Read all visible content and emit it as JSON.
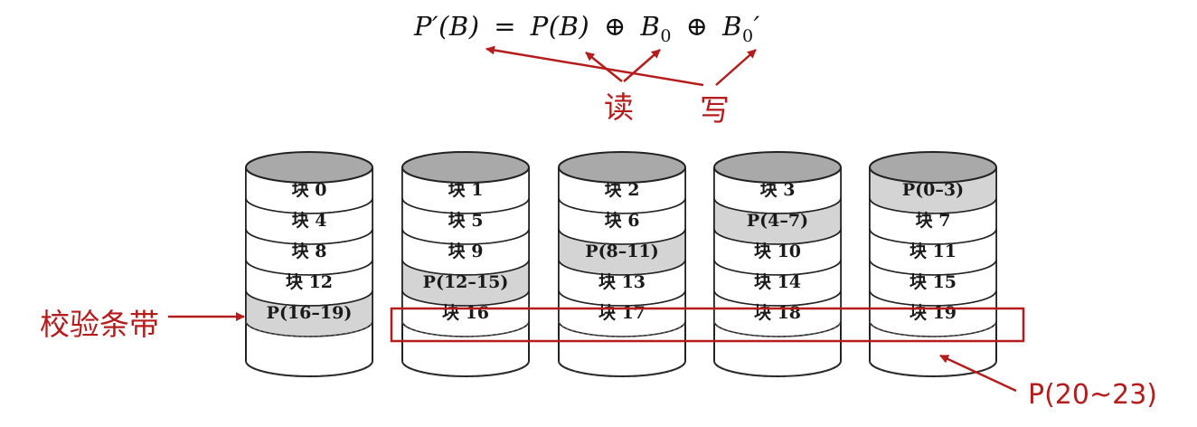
{
  "formula": {
    "lhs": "P′(B)",
    "eq": "=",
    "t1": "P(B)",
    "xor1": "⊕",
    "t2_base": "B",
    "t2_sub": "0",
    "xor2": "⊕",
    "t3_base": "B",
    "t3_sub": "0",
    "t3_prime": "′"
  },
  "labels": {
    "read": "读",
    "write": "写",
    "parity_stripe": "校验条带",
    "stripe_parity": "P(20~23)"
  },
  "disks": [
    {
      "cells": [
        "块 0",
        "块 4",
        "块 8",
        "块 12",
        "P(16–19)"
      ],
      "parity_index": 4
    },
    {
      "cells": [
        "块 1",
        "块 5",
        "块 9",
        "P(12–15)",
        "块 16"
      ],
      "parity_index": 3
    },
    {
      "cells": [
        "块 2",
        "块 6",
        "P(8–11)",
        "块 13",
        "块 17"
      ],
      "parity_index": 2
    },
    {
      "cells": [
        "块 3",
        "P(4–7)",
        "块 10",
        "块 14",
        "块 18"
      ],
      "parity_index": 1
    },
    {
      "cells": [
        "P(0–3)",
        "块 7",
        "块 11",
        "块 15",
        "块 19"
      ],
      "parity_index": 0
    }
  ],
  "colors": {
    "accent_red": "#b51d1d",
    "parity_fill": "#d4d4d4",
    "disk_top": "#a9a9a9"
  }
}
